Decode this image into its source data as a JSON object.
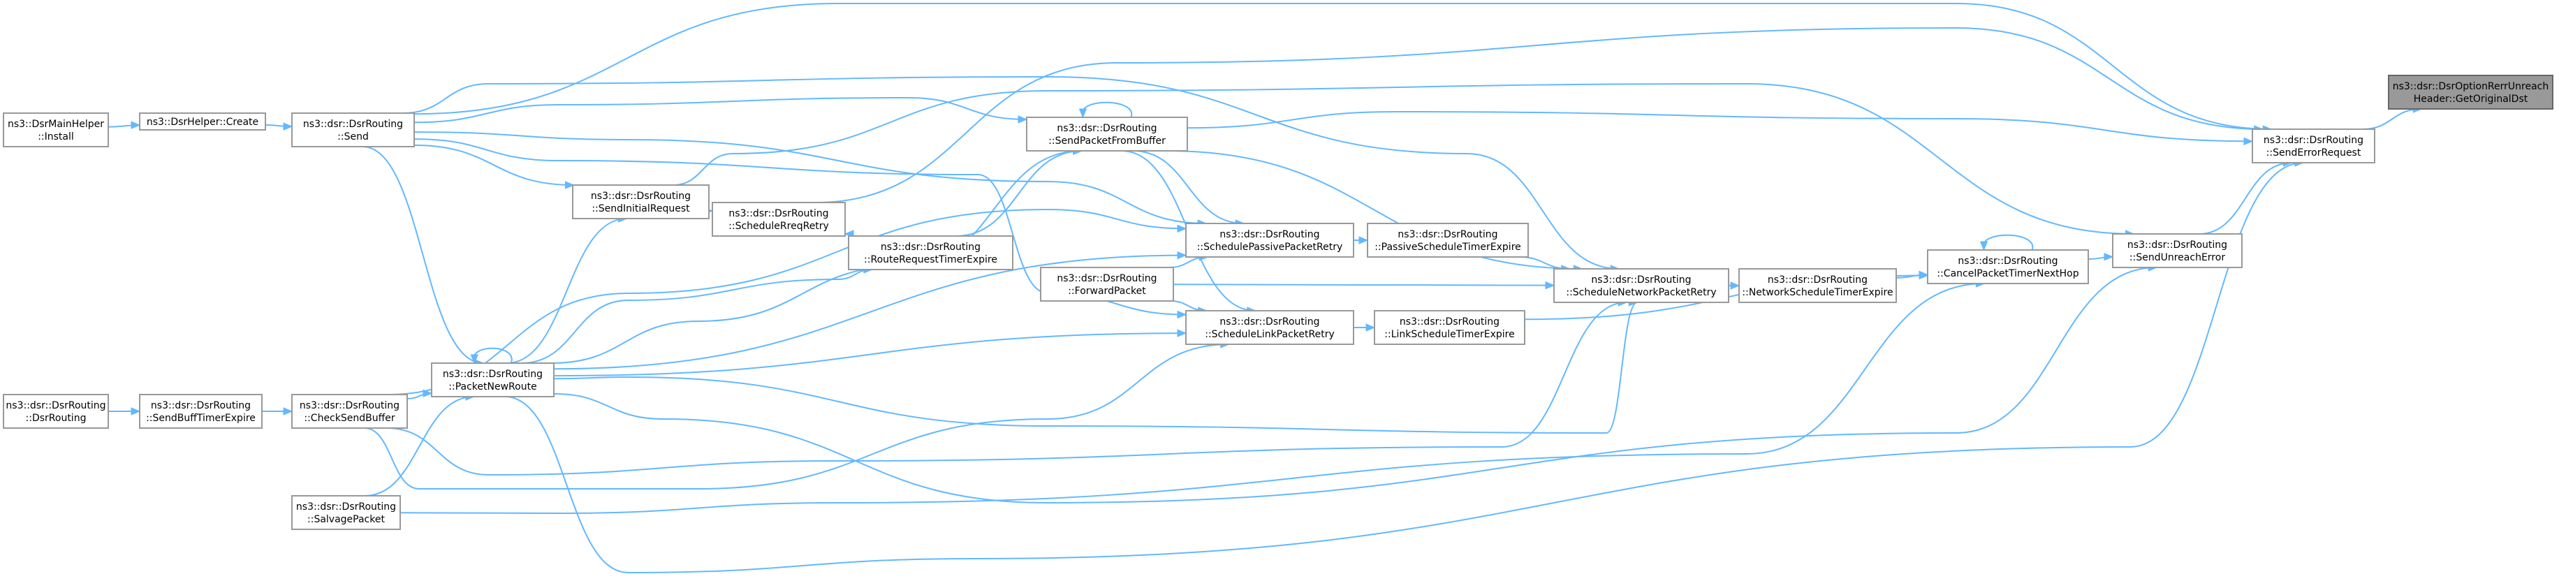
{
  "graph": {
    "title": "",
    "nodes": [
      {
        "id": "install",
        "lines": [
          "ns3::DsrMainHelper",
          "::Install"
        ]
      },
      {
        "id": "create",
        "lines": [
          "ns3::DsrHelper::Create"
        ]
      },
      {
        "id": "send",
        "lines": [
          "ns3::dsr::DsrRouting",
          "::Send"
        ]
      },
      {
        "id": "spfb",
        "lines": [
          "ns3::dsr::DsrRouting",
          "::SendPacketFromBuffer"
        ]
      },
      {
        "id": "sir",
        "lines": [
          "ns3::dsr::DsrRouting",
          "::SendInitialRequest"
        ]
      },
      {
        "id": "sarr",
        "lines": [
          "ns3::dsr::DsrRouting",
          "::ScheduleRreqRetry"
        ]
      },
      {
        "id": "rrte",
        "lines": [
          "ns3::dsr::DsrRouting",
          "::RouteRequestTimerExpire"
        ]
      },
      {
        "id": "sppr",
        "lines": [
          "ns3::dsr::DsrRouting",
          "::SchedulePassivePacketRetry"
        ]
      },
      {
        "id": "fwd",
        "lines": [
          "ns3::dsr::DsrRouting",
          "::ForwardPacket"
        ]
      },
      {
        "id": "pste",
        "lines": [
          "ns3::dsr::DsrRouting",
          "::PassiveScheduleTimerExpire"
        ]
      },
      {
        "id": "slpr",
        "lines": [
          "ns3::dsr::DsrRouting",
          "::ScheduleLinkPacketRetry"
        ]
      },
      {
        "id": "lste",
        "lines": [
          "ns3::dsr::DsrRouting",
          "::LinkScheduleTimerExpire"
        ]
      },
      {
        "id": "snpr",
        "lines": [
          "ns3::dsr::DsrRouting",
          "::ScheduleNetworkPacketRetry"
        ]
      },
      {
        "id": "nste",
        "lines": [
          "ns3::dsr::DsrRouting",
          "::NetworkScheduleTimerExpire"
        ]
      },
      {
        "id": "cptnh",
        "lines": [
          "ns3::dsr::DsrRouting",
          "::CancelPacketTimerNextHop"
        ]
      },
      {
        "id": "sue",
        "lines": [
          "ns3::dsr::DsrRouting",
          "::SendUnreachError"
        ]
      },
      {
        "id": "ser",
        "lines": [
          "ns3::dsr::DsrRouting",
          "::SendErrorRequest"
        ]
      },
      {
        "id": "god",
        "lines": [
          "ns3::dsr::DsrOptionRerrUnreach",
          "Header::GetOriginalDst"
        ],
        "focus": true
      },
      {
        "id": "pnr",
        "lines": [
          "ns3::dsr::DsrRouting",
          "::PacketNewRoute"
        ]
      },
      {
        "id": "csb",
        "lines": [
          "ns3::dsr::DsrRouting",
          "::CheckSendBuffer"
        ]
      },
      {
        "id": "sbte",
        "lines": [
          "ns3::dsr::DsrRouting",
          "::SendBuffTimerExpire"
        ]
      },
      {
        "id": "dsrr",
        "lines": [
          "ns3::dsr::DsrRouting",
          "::DsrRouting"
        ]
      },
      {
        "id": "salv",
        "lines": [
          "ns3::dsr::DsrRouting",
          "::SalvagePacket"
        ]
      }
    ],
    "edges": [
      {
        "from": "god",
        "to": "ser"
      },
      {
        "from": "ser",
        "to": "sue"
      },
      {
        "from": "sue",
        "to": "cptnh"
      },
      {
        "from": "cptnh",
        "to": "nste"
      },
      {
        "from": "cptnh",
        "to": "lste"
      },
      {
        "from": "cptnh",
        "to": "cptnh"
      },
      {
        "from": "nste",
        "to": "snpr"
      },
      {
        "from": "lste",
        "to": "slpr"
      },
      {
        "from": "pste",
        "to": "sppr"
      },
      {
        "from": "snpr",
        "to": "pste"
      },
      {
        "from": "snpr",
        "to": "fwd"
      },
      {
        "from": "snpr",
        "to": "spfb"
      },
      {
        "from": "snpr",
        "to": "send"
      },
      {
        "from": "snpr",
        "to": "csb"
      },
      {
        "from": "snpr",
        "to": "pnr"
      },
      {
        "from": "sppr",
        "to": "fwd"
      },
      {
        "from": "sppr",
        "to": "spfb"
      },
      {
        "from": "sppr",
        "to": "send"
      },
      {
        "from": "sppr",
        "to": "pnr"
      },
      {
        "from": "sppr",
        "to": "csb"
      },
      {
        "from": "slpr",
        "to": "fwd"
      },
      {
        "from": "slpr",
        "to": "spfb"
      },
      {
        "from": "slpr",
        "to": "pnr"
      },
      {
        "from": "slpr",
        "to": "send"
      },
      {
        "from": "slpr",
        "to": "csb"
      },
      {
        "from": "spfb",
        "to": "spfb"
      },
      {
        "from": "spfb",
        "to": "rrte"
      },
      {
        "from": "spfb",
        "to": "send"
      },
      {
        "from": "spfb",
        "to": "pnr"
      },
      {
        "from": "sarr",
        "to": "rrte"
      },
      {
        "from": "sarr",
        "to": "sir"
      },
      {
        "from": "sir",
        "to": "send"
      },
      {
        "from": "sir",
        "to": "pnr"
      },
      {
        "from": "rrte",
        "to": "pnr"
      },
      {
        "from": "pnr",
        "to": "pnr"
      },
      {
        "from": "pnr",
        "to": "send"
      },
      {
        "from": "pnr",
        "to": "csb"
      },
      {
        "from": "pnr",
        "to": "salv"
      },
      {
        "from": "csb",
        "to": "sbte"
      },
      {
        "from": "sbte",
        "to": "dsrr"
      },
      {
        "from": "send",
        "to": "create"
      },
      {
        "from": "create",
        "to": "install"
      },
      {
        "from": "ser",
        "to": "spfb"
      },
      {
        "from": "ser",
        "to": "send"
      },
      {
        "from": "ser",
        "to": "sarr"
      },
      {
        "from": "ser",
        "to": "pnr"
      },
      {
        "from": "sue",
        "to": "sir"
      },
      {
        "from": "sue",
        "to": "pnr"
      },
      {
        "from": "cptnh",
        "to": "salv"
      }
    ]
  }
}
